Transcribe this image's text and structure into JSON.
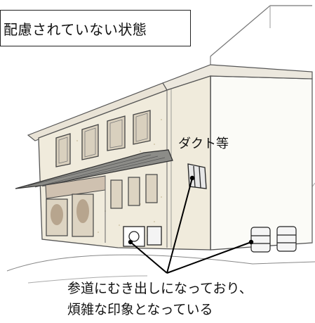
{
  "title": "配慮されていない状態",
  "labels": {
    "duct": "ダクト等"
  },
  "caption": {
    "line1": "参道にむき出しになっており、",
    "line2": "煩雑な印象となっている"
  }
}
